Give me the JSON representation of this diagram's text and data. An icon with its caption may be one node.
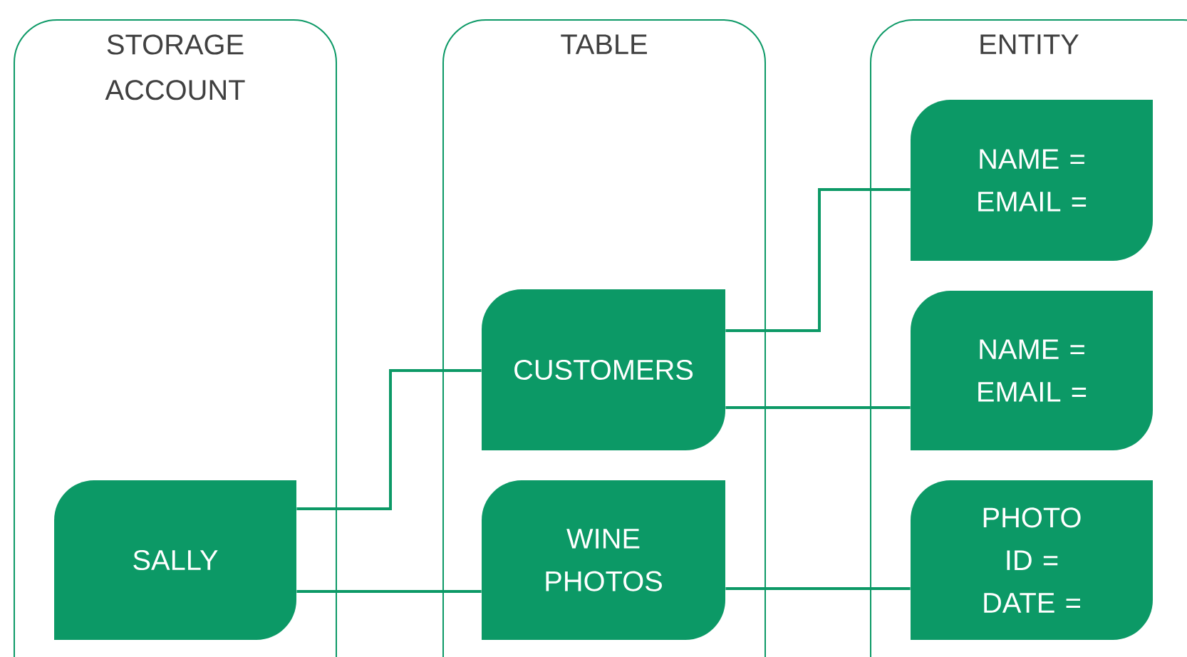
{
  "diagram": {
    "nodes": [
      {
        "text": [
          "STORAGE ACCOUNT"
        ]
      },
      {
        "text": [
          "TABLE"
        ]
      },
      {
        "text": [
          "ENTITY"
        ]
      },
      {
        "text": [
          "SALLY"
        ],
        "in": 0
      },
      {
        "text": [
          "CUSTOMERS"
        ],
        "in": 1
      },
      {
        "text": [
          "WINE PHOTOS"
        ],
        "in": 1
      },
      {
        "text": [
          "NAME =",
          "EMAIL ="
        ],
        "in": 2
      },
      {
        "text": [
          "NAME =",
          "EMAIL ="
        ],
        "in": 2
      },
      {
        "text": [
          "PHOTO ID =",
          "DATE ="
        ],
        "in": 2
      }
    ],
    "edges": [
      {
        "from": 3,
        "to": 4,
        "arrow": "none"
      },
      {
        "from": 3,
        "to": 5,
        "arrow": "none"
      },
      {
        "from": 4,
        "to": 6,
        "arrow": "none"
      },
      {
        "from": 4,
        "to": 7,
        "arrow": "none"
      },
      {
        "from": 5,
        "to": 8,
        "arrow": "none"
      }
    ]
  }
}
